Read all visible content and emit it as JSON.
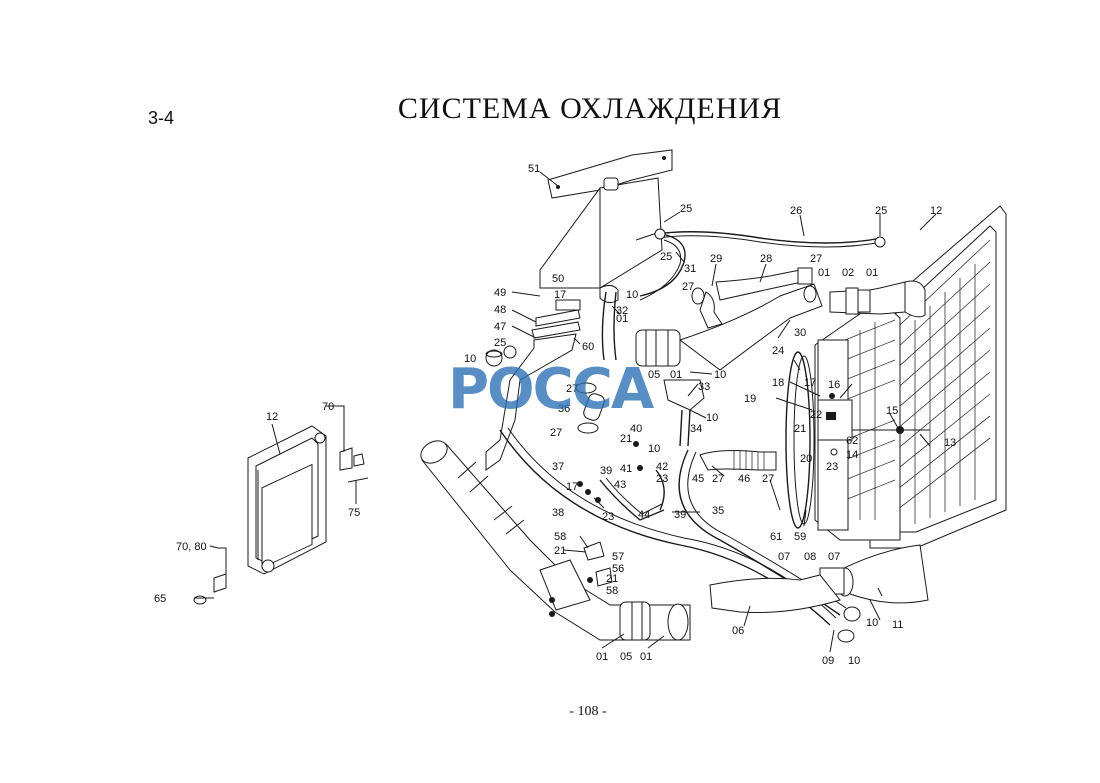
{
  "header": {
    "section": "3-4",
    "title": "СИСТЕМА   ОХЛАЖДЕНИЯ"
  },
  "footer": {
    "page": "- 108 -"
  },
  "watermark": {
    "text": "РОССА",
    "color": "#2b6fb5"
  },
  "callouts": {
    "c51": "51",
    "c25a": "25",
    "c25b": "25",
    "c25c": "25",
    "c25d": "25",
    "c26": "26",
    "c12a": "12",
    "c12b": "12",
    "c31": "31",
    "c29": "29",
    "c28": "28",
    "c27a": "27",
    "c27b": "27",
    "c27c": "27",
    "c27d": "27",
    "c27e": "27",
    "c27f": "27",
    "c01a": "01",
    "c01b": "01",
    "c01c": "01",
    "c01d": "01",
    "c01e": "01",
    "c01f": "01",
    "c02": "02",
    "c50": "50",
    "c17a": "17",
    "c17b": "17",
    "c17c": "17",
    "c49": "49",
    "c48": "48",
    "c47": "47",
    "c10a": "10",
    "c10b": "10",
    "c10c": "10",
    "c10d": "10",
    "c10e": "10",
    "c10f": "10",
    "c10g": "10",
    "c32": "32",
    "c30": "30",
    "c60": "60",
    "c05a": "05",
    "c05b": "05",
    "c33": "33",
    "c24": "24",
    "c18": "18",
    "c16": "16",
    "c19": "19",
    "c22": "22",
    "c21a": "21",
    "c21b": "21",
    "c21c": "21",
    "c21d": "21",
    "c62": "62",
    "c20": "20",
    "c14": "14",
    "c15": "15",
    "c13": "13",
    "c23a": "23",
    "c23b": "23",
    "c23c": "23",
    "c36": "36",
    "c34": "34",
    "c40": "40",
    "c41": "41",
    "c42": "42",
    "c43": "43",
    "c44": "44",
    "c45": "45",
    "c46": "46",
    "c37": "37",
    "c39a": "39",
    "c39b": "39",
    "c38": "38",
    "c35": "35",
    "c61": "61",
    "c59": "59",
    "c07a": "07",
    "c07b": "07",
    "c08": "08",
    "c11": "11",
    "c06": "06",
    "c09": "09",
    "c58a": "58",
    "c58b": "58",
    "c57": "57",
    "c56": "56",
    "c70": "70",
    "c75": "75",
    "c7080": "70, 80",
    "c65": "65"
  }
}
